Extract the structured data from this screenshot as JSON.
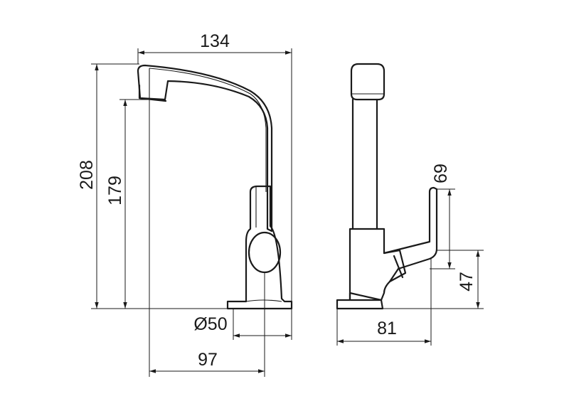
{
  "diagram": {
    "dimensions": {
      "top_width": "134",
      "total_height": "208",
      "spout_height": "179",
      "base_diameter": "Ø50",
      "reach": "97",
      "lever_top": "69",
      "lever_height": "47",
      "side_depth": "81"
    },
    "colors": {
      "line": "#1a1a1a",
      "background": "#ffffff"
    }
  }
}
